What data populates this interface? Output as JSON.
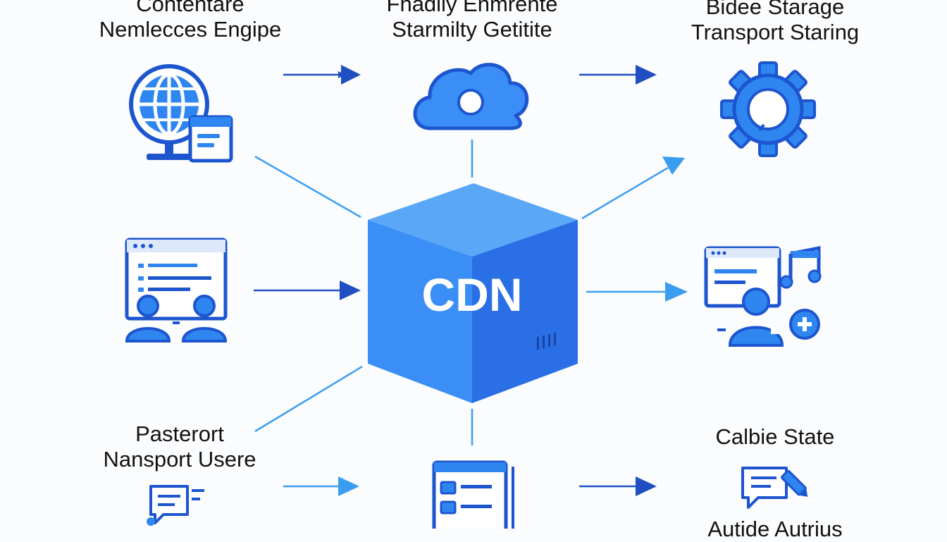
{
  "center": {
    "label": "CDN"
  },
  "labels": {
    "content_engine": [
      "Contentare",
      "Nemlecces Engipe"
    ],
    "enhanced_security": [
      "Fnadily Enmrente",
      "Starmilty Getitite"
    ],
    "storage_transport": [
      "Bidee Starage",
      "Transport Staring"
    ],
    "passport_users": [
      "Pasterort",
      "Nansport Usere"
    ],
    "cache_state": [
      "Calbie State"
    ],
    "bottom_right_cut": "Autide Autrius"
  },
  "icons": {
    "top_left": "globe-browser-icon",
    "top_center": "cloud-icon",
    "top_right": "gear-icon",
    "mid_left": "browser-users-icon",
    "mid_right": "media-user-icon",
    "bottom_left": "chat-bubble-icon",
    "bottom_center": "document-list-icon",
    "bottom_right": "comment-edit-icon"
  },
  "colors": {
    "primary": "#2f86f0",
    "dark": "#1d55cf",
    "arrow": "#1f4fc0",
    "light_arrow": "#3b9df0",
    "cube_front": "#3a8ef5",
    "cube_side": "#2a6fe6",
    "cube_top": "#5aa7f8"
  }
}
